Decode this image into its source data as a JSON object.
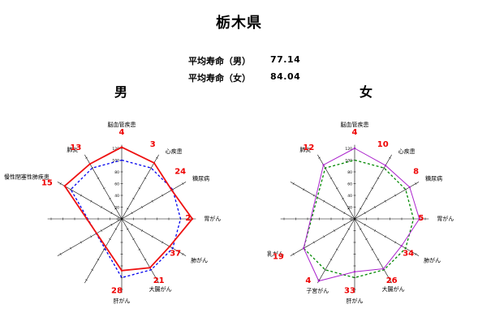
{
  "title": "栃木県",
  "life_expectancy": {
    "male_label": "平均寿命（男）",
    "male_value": "77.14",
    "female_label": "平均寿命（女）",
    "female_value": "84.04"
  },
  "colors": {
    "male_line": "#ee1111",
    "female_line": "#aa22cc",
    "male_reference": "#0000ee",
    "female_reference": "#008800",
    "rank_text": "#ee0000"
  },
  "chart_data": [
    {
      "type": "radar",
      "title": "男",
      "axis_ticks": [
        "20",
        "40",
        "60",
        "80",
        "100",
        "120"
      ],
      "rmax": 120,
      "reference_value": 100,
      "categories": [
        {
          "name": "脳血管疾患",
          "rank": "4",
          "value": 122
        },
        {
          "name": "心疾患",
          "rank": "3",
          "value": 110
        },
        {
          "name": "糖尿病",
          "rank": "24",
          "value": 98
        },
        {
          "name": "胃がん",
          "rank": "2",
          "value": 120
        },
        {
          "name": "肺がん",
          "rank": "37",
          "value": 94
        },
        {
          "name": "大腸がん",
          "rank": "21",
          "value": 96
        },
        {
          "name": "肝がん",
          "rank": "28",
          "value": 88
        },
        {
          "name": "",
          "rank": "",
          "value": null
        },
        {
          "name": "",
          "rank": "",
          "value": null
        },
        {
          "name": "",
          "rank": "",
          "value": null
        },
        {
          "name": "慢性閉塞性肺疾患",
          "rank": "15",
          "value": 112
        },
        {
          "name": "肺炎",
          "rank": "13",
          "value": 108
        }
      ]
    },
    {
      "type": "radar",
      "title": "女",
      "axis_ticks": [
        "20",
        "40",
        "60",
        "80",
        "100",
        "120"
      ],
      "rmax": 120,
      "reference_value": 100,
      "categories": [
        {
          "name": "脳血管疾患",
          "rank": "4",
          "value": 120
        },
        {
          "name": "心疾患",
          "rank": "10",
          "value": 105
        },
        {
          "name": "糖尿病",
          "rank": "8",
          "value": 108
        },
        {
          "name": "胃がん",
          "rank": "5",
          "value": 110
        },
        {
          "name": "肺がん",
          "rank": "34",
          "value": 92
        },
        {
          "name": "大腸がん",
          "rank": "26",
          "value": 98
        },
        {
          "name": "肝がん",
          "rank": "33",
          "value": 90
        },
        {
          "name": "子宮がん",
          "rank": "4",
          "value": 122
        },
        {
          "name": "乳がん",
          "rank": "19",
          "value": 100
        },
        {
          "name": "",
          "rank": "",
          "value": null
        },
        {
          "name": "",
          "rank": "",
          "value": null
        },
        {
          "name": "肺炎",
          "rank": "12",
          "value": 106
        }
      ]
    }
  ]
}
